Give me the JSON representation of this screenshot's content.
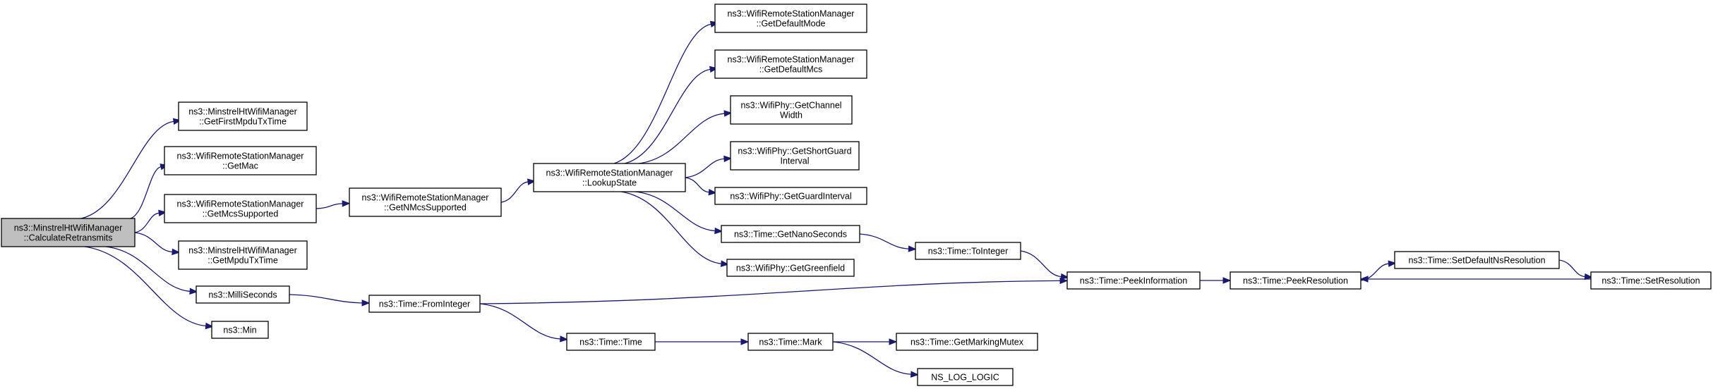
{
  "graph": {
    "colors": {
      "edge": "#191970",
      "node_border": "#000000",
      "node_fill": "#ffffff",
      "root_fill": "#bfbfbf"
    },
    "nodes": [
      {
        "id": "calc",
        "lines": [
          "ns3::MinstrelHtWifiManager",
          "::CalculateRetransmits"
        ],
        "root": true
      },
      {
        "id": "firstmpdu",
        "lines": [
          "ns3::MinstrelHtWifiManager",
          "::GetFirstMpduTxTime"
        ]
      },
      {
        "id": "getmac",
        "lines": [
          "ns3::WifiRemoteStationManager",
          "::GetMac"
        ]
      },
      {
        "id": "getmcssup",
        "lines": [
          "ns3::WifiRemoteStationManager",
          "::GetMcsSupported"
        ]
      },
      {
        "id": "mpdu",
        "lines": [
          "ns3::MinstrelHtWifiManager",
          "::GetMpduTxTime"
        ]
      },
      {
        "id": "milli",
        "lines": [
          "ns3::MilliSeconds"
        ]
      },
      {
        "id": "min",
        "lines": [
          "ns3::Min"
        ]
      },
      {
        "id": "nmcs",
        "lines": [
          "ns3::WifiRemoteStationManager",
          "::GetNMcsSupported"
        ]
      },
      {
        "id": "lookup",
        "lines": [
          "ns3::WifiRemoteStationManager",
          "::LookupState"
        ]
      },
      {
        "id": "defmode",
        "lines": [
          "ns3::WifiRemoteStationManager",
          "::GetDefaultMode"
        ]
      },
      {
        "id": "defmcs",
        "lines": [
          "ns3::WifiRemoteStationManager",
          "::GetDefaultMcs"
        ]
      },
      {
        "id": "chanwidth",
        "lines": [
          "ns3::WifiPhy::GetChannel",
          "Width"
        ]
      },
      {
        "id": "shortgi",
        "lines": [
          "ns3::WifiPhy::GetShortGuard",
          "Interval"
        ]
      },
      {
        "id": "gi",
        "lines": [
          "ns3::WifiPhy::GetGuardInterval"
        ]
      },
      {
        "id": "nano",
        "lines": [
          "ns3::Time::GetNanoSeconds"
        ]
      },
      {
        "id": "green",
        "lines": [
          "ns3::WifiPhy::GetGreenfield"
        ]
      },
      {
        "id": "toint",
        "lines": [
          "ns3::Time::ToInteger"
        ]
      },
      {
        "id": "fromint",
        "lines": [
          "ns3::Time::FromInteger"
        ]
      },
      {
        "id": "peekinfo",
        "lines": [
          "ns3::Time::PeekInformation"
        ]
      },
      {
        "id": "peekres",
        "lines": [
          "ns3::Time::PeekResolution"
        ]
      },
      {
        "id": "setdef",
        "lines": [
          "ns3::Time::SetDefaultNsResolution"
        ]
      },
      {
        "id": "setres",
        "lines": [
          "ns3::Time::SetResolution"
        ]
      },
      {
        "id": "time",
        "lines": [
          "ns3::Time::Time"
        ]
      },
      {
        "id": "mark",
        "lines": [
          "ns3::Time::Mark"
        ]
      },
      {
        "id": "mutex",
        "lines": [
          "ns3::Time::GetMarkingMutex"
        ]
      },
      {
        "id": "nslog",
        "lines": [
          "NS_LOG_LOGIC"
        ]
      }
    ],
    "edges": [
      [
        "calc",
        "firstmpdu"
      ],
      [
        "calc",
        "getmac"
      ],
      [
        "calc",
        "getmcssup"
      ],
      [
        "calc",
        "mpdu"
      ],
      [
        "calc",
        "milli"
      ],
      [
        "calc",
        "min"
      ],
      [
        "getmcssup",
        "nmcs"
      ],
      [
        "nmcs",
        "lookup"
      ],
      [
        "lookup",
        "defmode"
      ],
      [
        "lookup",
        "defmcs"
      ],
      [
        "lookup",
        "chanwidth"
      ],
      [
        "lookup",
        "shortgi"
      ],
      [
        "lookup",
        "gi"
      ],
      [
        "lookup",
        "nano"
      ],
      [
        "lookup",
        "green"
      ],
      [
        "nano",
        "toint"
      ],
      [
        "toint",
        "peekinfo"
      ],
      [
        "milli",
        "fromint"
      ],
      [
        "fromint",
        "peekinfo"
      ],
      [
        "fromint",
        "time"
      ],
      [
        "peekinfo",
        "peekres"
      ],
      [
        "peekres",
        "setdef"
      ],
      [
        "setdef",
        "setres"
      ],
      [
        "setres",
        "peekres"
      ],
      [
        "time",
        "mark"
      ],
      [
        "mark",
        "mutex"
      ],
      [
        "mark",
        "nslog"
      ]
    ]
  }
}
